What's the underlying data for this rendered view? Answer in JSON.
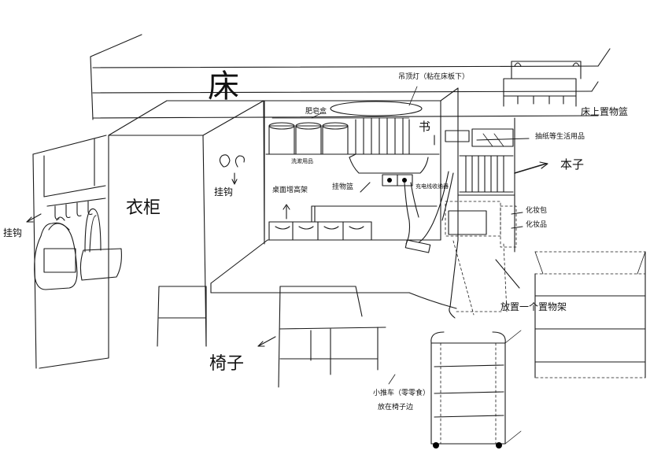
{
  "labels": {
    "bed": "床",
    "ceiling_light": "吊顶灯（粘在床板下）",
    "soap_box": "肥皂盒",
    "book": "书",
    "bed_shelf": "床上置物篮",
    "tissue": "抽纸等生活用品",
    "books": "本子",
    "wardrobe": "衣柜",
    "hook_small": "挂钩",
    "hook_left": "挂钩",
    "desk_shelf": "桌面增高架",
    "wash_items": "洗漱用品",
    "hanging_basket": "挂物篮",
    "power_strip": "充电线收纳器",
    "cosmetic_bag": "化妆包",
    "cosmetics": "化妆品",
    "rack_note": "放置一个置物架",
    "chair": "椅子",
    "cart_note_1": "小推车（零零食）",
    "cart_note_2": "放在椅子边"
  }
}
